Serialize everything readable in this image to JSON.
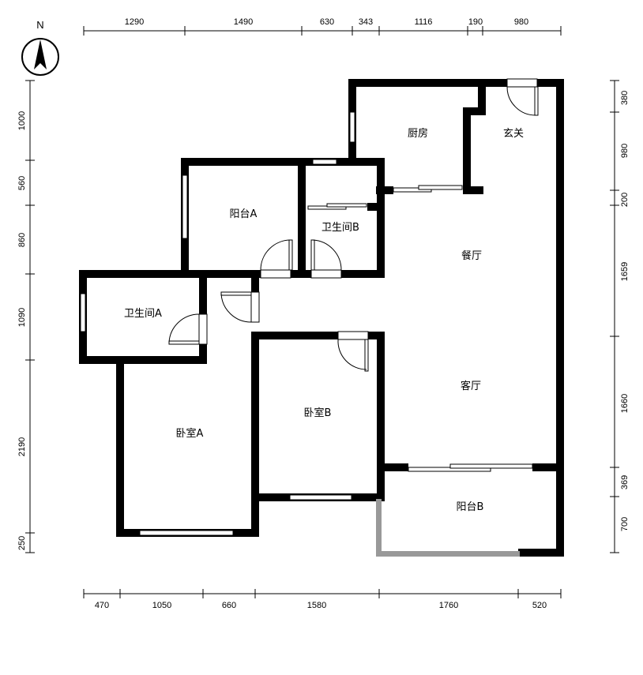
{
  "compass": {
    "label": "N"
  },
  "dimensions": {
    "top": [
      "1290",
      "1490",
      "630",
      "343",
      "1116",
      "190",
      "980"
    ],
    "bottom": [
      "470",
      "1050",
      "660",
      "1580",
      "1760",
      "520"
    ],
    "left": [
      "1000",
      "560",
      "860",
      "1090",
      "2190",
      "250"
    ],
    "right": [
      "380",
      "980",
      "200",
      "1659",
      "1660",
      "369",
      "700"
    ]
  },
  "rooms": {
    "kitchen": "厨房",
    "entrance": "玄关",
    "balcony_a": "阳台A",
    "bathroom_b": "卫生间B",
    "dining": "餐厅",
    "bathroom_a": "卫生间A",
    "living": "客厅",
    "bedroom_b": "卧室B",
    "bedroom_a": "卧室A",
    "balcony_b": "阳台B"
  },
  "colors": {
    "wall": "#000000",
    "open_wall": "#999999",
    "background": "#ffffff"
  }
}
